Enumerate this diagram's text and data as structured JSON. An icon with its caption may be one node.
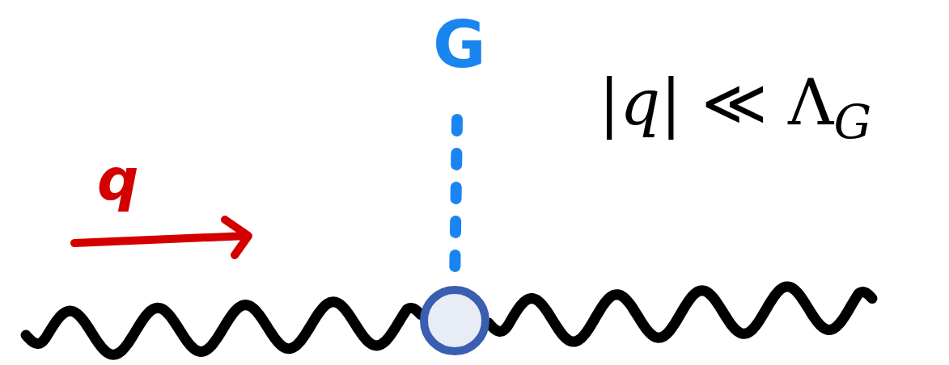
{
  "diagram": {
    "nodes": [
      {
        "text": [
          "G"
        ]
      },
      {
        "text": [],
        "shape": "circle"
      }
    ],
    "edges": [
      {
        "from": 0,
        "to": 1,
        "arrow": "none",
        "style": "dashed",
        "color": "#1a85f0"
      },
      {
        "from": null,
        "to": 1,
        "arrow": "none"
      },
      {
        "from": 1,
        "to": null,
        "arrow": "none"
      }
    ],
    "labels": [
      "q",
      "|*q*| ≪ Λ$_{G}$"
    ]
  }
}
